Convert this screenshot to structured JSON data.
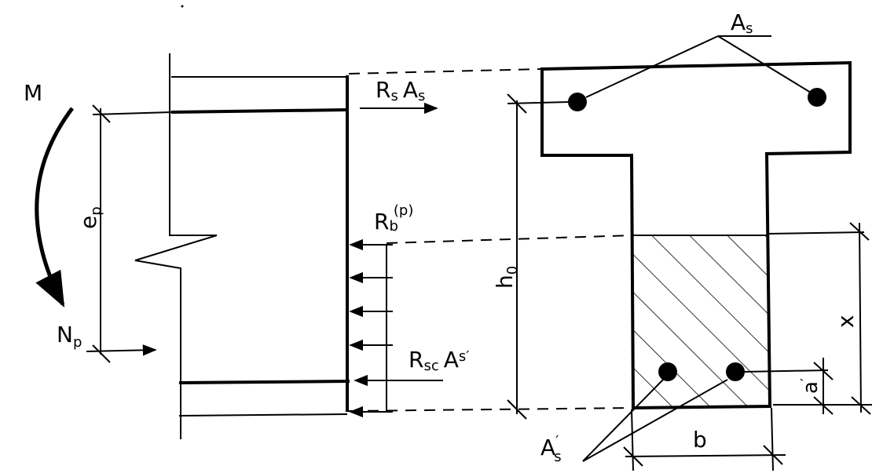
{
  "labels": {
    "moment": "M",
    "eccentricity": "e",
    "eccentricity_sub": "p",
    "normal_force": "N",
    "normal_force_sub": "p",
    "steel_force": "R",
    "steel_force_sub": "s",
    "steel_force_area": "A",
    "steel_force_area_sub": "s",
    "concrete_force": "R",
    "concrete_force_sub": "b",
    "concrete_force_sup": "(p)",
    "comp_steel_force": "R",
    "comp_steel_force_sub": "sc",
    "comp_steel_force_area": "A",
    "comp_steel_force_area_sup": "s′",
    "tension_steel": "A",
    "tension_steel_sub": "s",
    "comp_steel": "A",
    "comp_steel_sup": "′",
    "comp_steel_sub": "s",
    "effective_depth": "h",
    "effective_depth_sub": "0",
    "compression_depth": "x",
    "cover": "a",
    "cover_sup": "′",
    "web_width": "b"
  }
}
